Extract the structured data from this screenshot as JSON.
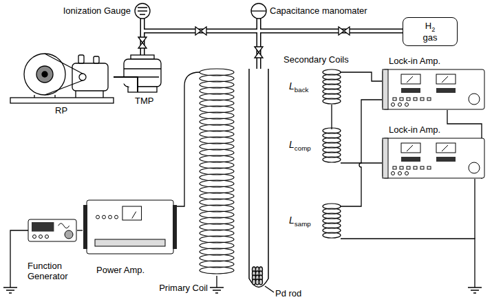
{
  "diagram": {
    "nodes": [
      {
        "text": [
          "H2 gas"
        ]
      },
      {
        "text": [
          "Function Generator"
        ]
      },
      {
        "text": [
          "Power Amp."
        ]
      },
      {
        "text": [
          "Lock-in Amp."
        ]
      },
      {
        "text": [
          "Lock-in Amp."
        ]
      }
    ],
    "edges": [
      {
        "from": 1,
        "to": 2,
        "arrow": "none"
      }
    ],
    "labels": [
      "Ionization Gauge",
      "Capacitance manomater",
      "RP",
      "TMP",
      "Secondary Coils",
      "Lback",
      "Lcomp",
      "Lsamp",
      "Primary Coil",
      "Pd rod"
    ]
  }
}
